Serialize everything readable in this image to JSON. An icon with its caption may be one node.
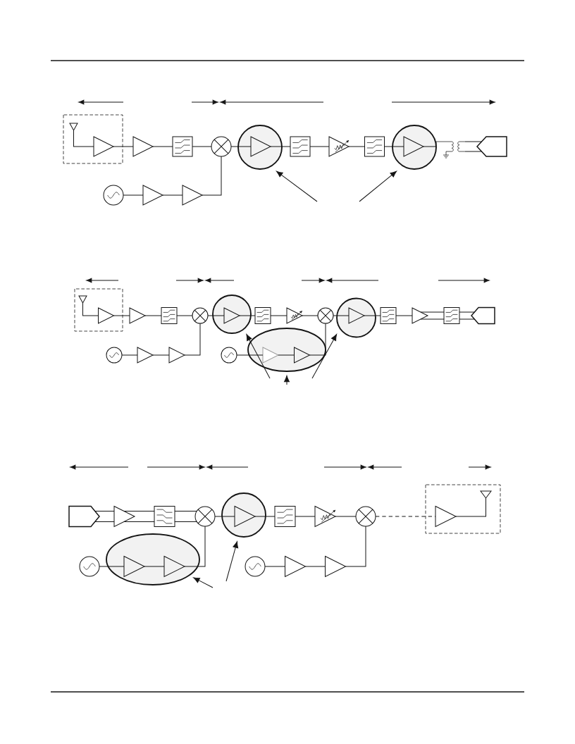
{
  "diagram": {
    "nodes": [
      {
        "text": [],
        "shape": "box"
      },
      {
        "text": [],
        "shape": "antenna",
        "in": 0
      },
      {
        "text": [],
        "shape": "triangle",
        "in": 0
      },
      {
        "text": [],
        "shape": "triangle"
      },
      {
        "text": [],
        "shape": "box"
      },
      {
        "text": [],
        "shape": "circle"
      },
      {
        "text": [],
        "shape": "circle"
      },
      {
        "text": [],
        "shape": "triangle",
        "in": 6
      },
      {
        "text": [],
        "shape": "box"
      },
      {
        "text": [],
        "shape": "triangle"
      },
      {
        "text": [],
        "shape": "box"
      },
      {
        "text": [],
        "shape": "circle"
      },
      {
        "text": [],
        "shape": "triangle",
        "in": 11
      },
      {
        "text": [],
        "shape": "coil"
      },
      {
        "text": [],
        "shape": "pentagon"
      },
      {
        "text": [],
        "shape": "circle"
      },
      {
        "text": [],
        "shape": "triangle"
      },
      {
        "text": [],
        "shape": "triangle"
      },
      {
        "text": [],
        "shape": "box"
      },
      {
        "text": [],
        "shape": "antenna",
        "in": 18
      },
      {
        "text": [],
        "shape": "triangle",
        "in": 18
      },
      {
        "text": [],
        "shape": "triangle"
      },
      {
        "text": [],
        "shape": "box"
      },
      {
        "text": [],
        "shape": "circle"
      },
      {
        "text": [],
        "shape": "circle"
      },
      {
        "text": [],
        "shape": "triangle",
        "in": 24
      },
      {
        "text": [],
        "shape": "box"
      },
      {
        "text": [],
        "shape": "triangle"
      },
      {
        "text": [],
        "shape": "circle"
      },
      {
        "text": [],
        "shape": "circle"
      },
      {
        "text": [],
        "shape": "triangle",
        "in": 29
      },
      {
        "text": [],
        "shape": "box"
      },
      {
        "text": [],
        "shape": "triangle"
      },
      {
        "text": [],
        "shape": "box"
      },
      {
        "text": [],
        "shape": "pentagon"
      },
      {
        "text": [],
        "shape": "circle"
      },
      {
        "text": [],
        "shape": "triangle"
      },
      {
        "text": [],
        "shape": "triangle"
      },
      {
        "text": [],
        "shape": "circle"
      },
      {
        "text": [],
        "shape": "ellipse"
      },
      {
        "text": [],
        "shape": "triangle",
        "in": 39
      },
      {
        "text": [],
        "shape": "triangle",
        "in": 39
      },
      {
        "text": [],
        "shape": "pentagon"
      },
      {
        "text": [],
        "shape": "triangle"
      },
      {
        "text": [],
        "shape": "box"
      },
      {
        "text": [],
        "shape": "circle"
      },
      {
        "text": [],
        "shape": "circle"
      },
      {
        "text": [],
        "shape": "triangle",
        "in": 46
      },
      {
        "text": [],
        "shape": "box"
      },
      {
        "text": [],
        "shape": "triangle"
      },
      {
        "text": [],
        "shape": "circle"
      },
      {
        "text": [],
        "shape": "box"
      },
      {
        "text": [],
        "shape": "antenna",
        "in": 51
      },
      {
        "text": [],
        "shape": "triangle",
        "in": 51
      },
      {
        "text": [],
        "shape": "circle"
      },
      {
        "text": [],
        "shape": "ellipse"
      },
      {
        "text": [],
        "shape": "triangle",
        "in": 55
      },
      {
        "text": [],
        "shape": "triangle",
        "in": 55
      },
      {
        "text": [],
        "shape": "circle"
      },
      {
        "text": [],
        "shape": "triangle"
      },
      {
        "text": [],
        "shape": "triangle"
      }
    ],
    "edges": [
      {
        "from": 1,
        "to": 2,
        "arrow": "none"
      },
      {
        "from": 2,
        "to": 3,
        "arrow": "none"
      },
      {
        "from": 3,
        "to": 4,
        "arrow": "none"
      },
      {
        "from": 4,
        "to": 5,
        "arrow": "none"
      },
      {
        "from": 5,
        "to": 7,
        "arrow": "none"
      },
      {
        "from": 7,
        "to": 8,
        "arrow": "none"
      },
      {
        "from": 8,
        "to": 9,
        "arrow": "none"
      },
      {
        "from": 9,
        "to": 10,
        "arrow": "none"
      },
      {
        "from": 10,
        "to": 12,
        "arrow": "none"
      },
      {
        "from": 12,
        "to": 13,
        "arrow": "none"
      },
      {
        "from": 13,
        "to": 14,
        "arrow": "none"
      },
      {
        "from": 13,
        "to": 14,
        "arrow": "none"
      },
      {
        "from": 15,
        "to": 16,
        "arrow": "none"
      },
      {
        "from": 16,
        "to": 17,
        "arrow": "none"
      },
      {
        "from": 17,
        "to": 5,
        "arrow": "none"
      },
      {
        "from": null,
        "to": 6,
        "arrow": "to"
      },
      {
        "from": null,
        "to": 11,
        "arrow": "to"
      },
      {
        "from": 19,
        "to": 20,
        "arrow": "none"
      },
      {
        "from": 20,
        "to": 21,
        "arrow": "none"
      },
      {
        "from": 21,
        "to": 22,
        "arrow": "none"
      },
      {
        "from": 22,
        "to": 23,
        "arrow": "none"
      },
      {
        "from": 23,
        "to": 25,
        "arrow": "none"
      },
      {
        "from": 25,
        "to": 26,
        "arrow": "none"
      },
      {
        "from": 26,
        "to": 27,
        "arrow": "none"
      },
      {
        "from": 27,
        "to": 28,
        "arrow": "none"
      },
      {
        "from": 28,
        "to": 30,
        "arrow": "none"
      },
      {
        "from": 30,
        "to": 31,
        "arrow": "none"
      },
      {
        "from": 31,
        "to": 32,
        "arrow": "none"
      },
      {
        "from": 32,
        "to": 33,
        "arrow": "none"
      },
      {
        "from": 32,
        "to": 33,
        "arrow": "none"
      },
      {
        "from": 33,
        "to": 34,
        "arrow": "none"
      },
      {
        "from": 33,
        "to": 34,
        "arrow": "none"
      },
      {
        "from": 35,
        "to": 36,
        "arrow": "none"
      },
      {
        "from": 36,
        "to": 37,
        "arrow": "none"
      },
      {
        "from": 37,
        "to": 23,
        "arrow": "none"
      },
      {
        "from": 38,
        "to": 40,
        "arrow": "none"
      },
      {
        "from": 40,
        "to": 41,
        "arrow": "none"
      },
      {
        "from": 41,
        "to": 28,
        "arrow": "none"
      },
      {
        "from": null,
        "to": 24,
        "arrow": "to"
      },
      {
        "from": null,
        "to": 39,
        "arrow": "to"
      },
      {
        "from": null,
        "to": 29,
        "arrow": "to"
      },
      {
        "from": 42,
        "to": 43,
        "arrow": "none"
      },
      {
        "from": 42,
        "to": 43,
        "arrow": "none"
      },
      {
        "from": 43,
        "to": 44,
        "arrow": "none"
      },
      {
        "from": 43,
        "to": 44,
        "arrow": "none"
      },
      {
        "from": 44,
        "to": 45,
        "arrow": "none"
      },
      {
        "from": 44,
        "to": 45,
        "arrow": "none"
      },
      {
        "from": 45,
        "to": 47,
        "arrow": "none"
      },
      {
        "from": 47,
        "to": 48,
        "arrow": "none"
      },
      {
        "from": 48,
        "to": 49,
        "arrow": "none"
      },
      {
        "from": 49,
        "to": 50,
        "arrow": "none"
      },
      {
        "from": 50,
        "to": 53,
        "arrow": "none",
        "style": "dashed"
      },
      {
        "from": 53,
        "to": 52,
        "arrow": "none"
      },
      {
        "from": 54,
        "to": 56,
        "arrow": "none"
      },
      {
        "from": 56,
        "to": 57,
        "arrow": "none"
      },
      {
        "from": 57,
        "to": 45,
        "arrow": "none"
      },
      {
        "from": 58,
        "to": 59,
        "arrow": "none"
      },
      {
        "from": 59,
        "to": 60,
        "arrow": "none"
      },
      {
        "from": 60,
        "to": 50,
        "arrow": "none"
      },
      {
        "from": null,
        "to": 55,
        "arrow": "to"
      },
      {
        "from": null,
        "to": 46,
        "arrow": "to"
      }
    ]
  }
}
